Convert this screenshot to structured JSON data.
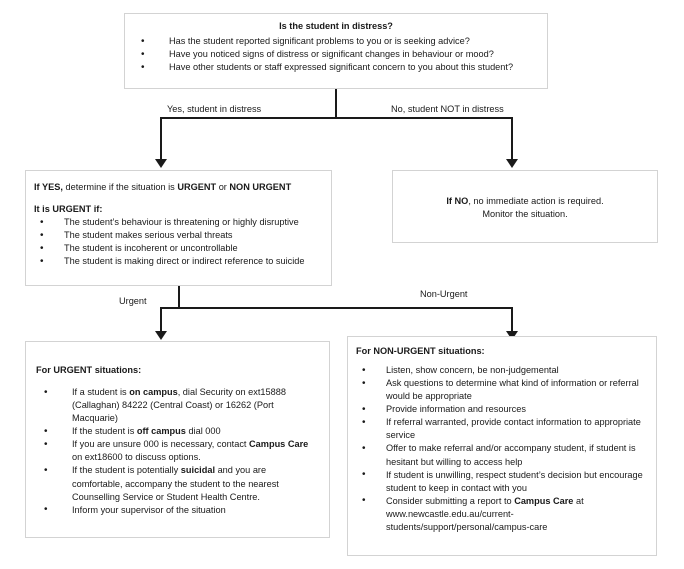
{
  "diagram": {
    "title": "Student in distress decision flowchart",
    "line_color": "#1a1a1a",
    "box_border_color": "#d3d3d3",
    "background": "#ffffff"
  },
  "nodes": {
    "question": {
      "heading": "Is the student in distress?",
      "bullets": [
        "Has the student reported significant problems to you or is seeking advice?",
        "Have you noticed signs of distress or significant changes in behaviour or mood?",
        "Have other students or staff expressed significant concern to you about this student?"
      ]
    },
    "if_yes": {
      "line1_bold": "If YES,",
      "line1_rest": " determine if the situation is ",
      "line1_bold2": "URGENT",
      "line1_mid": " or ",
      "line1_bold3": "NON URGENT",
      "heading2": "It is URGENT if:",
      "bullets": [
        "The student’s behaviour is threatening or highly disruptive",
        "The student makes serious verbal threats",
        "The student is incoherent or uncontrollable",
        "The student is making direct or indirect reference to suicide"
      ]
    },
    "if_no": {
      "bold": "If NO",
      "rest": ", no immediate action is required.",
      "line2": "Monitor the situation."
    },
    "urgent": {
      "heading": "For URGENT situations:",
      "bullets": [
        {
          "parts": [
            {
              "t": "If a student is ",
              "b": false
            },
            {
              "t": "on campus",
              "b": true
            },
            {
              "t": ", dial Security on ext15888 (Callaghan) 84222 (Central Coast) or 16262 (Port Macquarie)",
              "b": false
            }
          ]
        },
        {
          "parts": [
            {
              "t": "If the student is ",
              "b": false
            },
            {
              "t": "off campus",
              "b": true
            },
            {
              "t": " dial 000",
              "b": false
            }
          ]
        },
        {
          "parts": [
            {
              "t": "If you are unsure 000 is necessary, contact ",
              "b": false
            },
            {
              "t": "Campus Care",
              "b": true
            },
            {
              "t": " on ext18600 to discuss options.",
              "b": false
            }
          ]
        },
        {
          "parts": [
            {
              "t": "If the student is potentially ",
              "b": false
            },
            {
              "t": "suicidal",
              "b": true
            },
            {
              "t": " and you are comfortable, accompany the student to the nearest Counselling Service or Student Health Centre.",
              "b": false
            }
          ]
        },
        {
          "parts": [
            {
              "t": "Inform your supervisor of the situation",
              "b": false
            }
          ]
        }
      ]
    },
    "non_urgent": {
      "heading": "For NON-URGENT situations:",
      "bullets": [
        {
          "parts": [
            {
              "t": "Listen, show concern, be non-judgemental",
              "b": false
            }
          ]
        },
        {
          "parts": [
            {
              "t": "Ask questions to determine what kind of information or referral would be appropriate",
              "b": false
            }
          ]
        },
        {
          "parts": [
            {
              "t": "Provide information and resources",
              "b": false
            }
          ]
        },
        {
          "parts": [
            {
              "t": "If referral warranted, provide contact information to appropriate service",
              "b": false
            }
          ]
        },
        {
          "parts": [
            {
              "t": "Offer to make referral and/or accompany student, if student is hesitant but willing to access help",
              "b": false
            }
          ]
        },
        {
          "parts": [
            {
              "t": "If student is unwilling, respect student’s decision but encourage student to keep in contact with you",
              "b": false
            }
          ]
        },
        {
          "parts": [
            {
              "t": "Consider submitting a report to ",
              "b": false
            },
            {
              "t": "Campus Care",
              "b": true
            },
            {
              "t": " at www.newcastle.edu.au/current-students/support/personal/campus-care",
              "b": false
            }
          ]
        }
      ]
    }
  },
  "edges": {
    "yes_label": "Yes, student in distress",
    "no_label": "No, student NOT in distress",
    "urgent_label": "Urgent",
    "non_urgent_label": "Non-Urgent"
  }
}
